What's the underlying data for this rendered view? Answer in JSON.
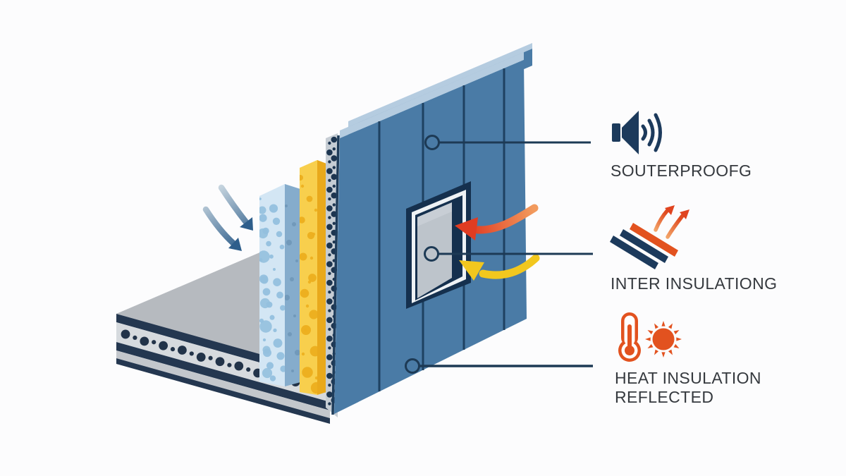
{
  "scene": {
    "description": "Isometric cutaway diagram of an insulated wall panel assembly with floor slab, foam insulation layers, cladded wall and window",
    "background": "#fcfcfd"
  },
  "callouts": [
    {
      "id": "soundproofing",
      "label": "SOUTERPROOFG",
      "icon": "speaker-with-sound-waves-icon"
    },
    {
      "id": "inner-insulation",
      "label": "INTER INSULATIONG",
      "icon": "reflective-layers-with-heat-arrows-icon"
    },
    {
      "id": "heat-reflection",
      "label_line1": "HEAT INSULATION",
      "label_line2": "REFLECTED",
      "icon": "thermometer-and-sun-icon"
    }
  ],
  "colors": {
    "panel_blue": "#4a7ba6",
    "panel_edge_light": "#b5cce0",
    "navy": "#1d3a55",
    "navy_dark": "#223349",
    "frame_dark": "#15304e",
    "glass_gray": "#bdc4cb",
    "foam_blue": "#d3e6f4",
    "foam_blue_side": "#85accc",
    "foam_blue_speckle": "#93c0de",
    "foam_yellow": "#f8cf4d",
    "foam_yellow_side": "#e9a91c",
    "foam_yellow_blob": "#ecae1e",
    "slab_gray": "#b6babf",
    "strip_gray": "#c6cdd4",
    "red_arrow": "#e03c22",
    "yellow_arrow": "#f2c71e",
    "blue_arrow_dark": "#2e5e8b",
    "icon_navy": "#1c3a5c",
    "icon_orange": "#e2521f",
    "text": "#35393e"
  }
}
